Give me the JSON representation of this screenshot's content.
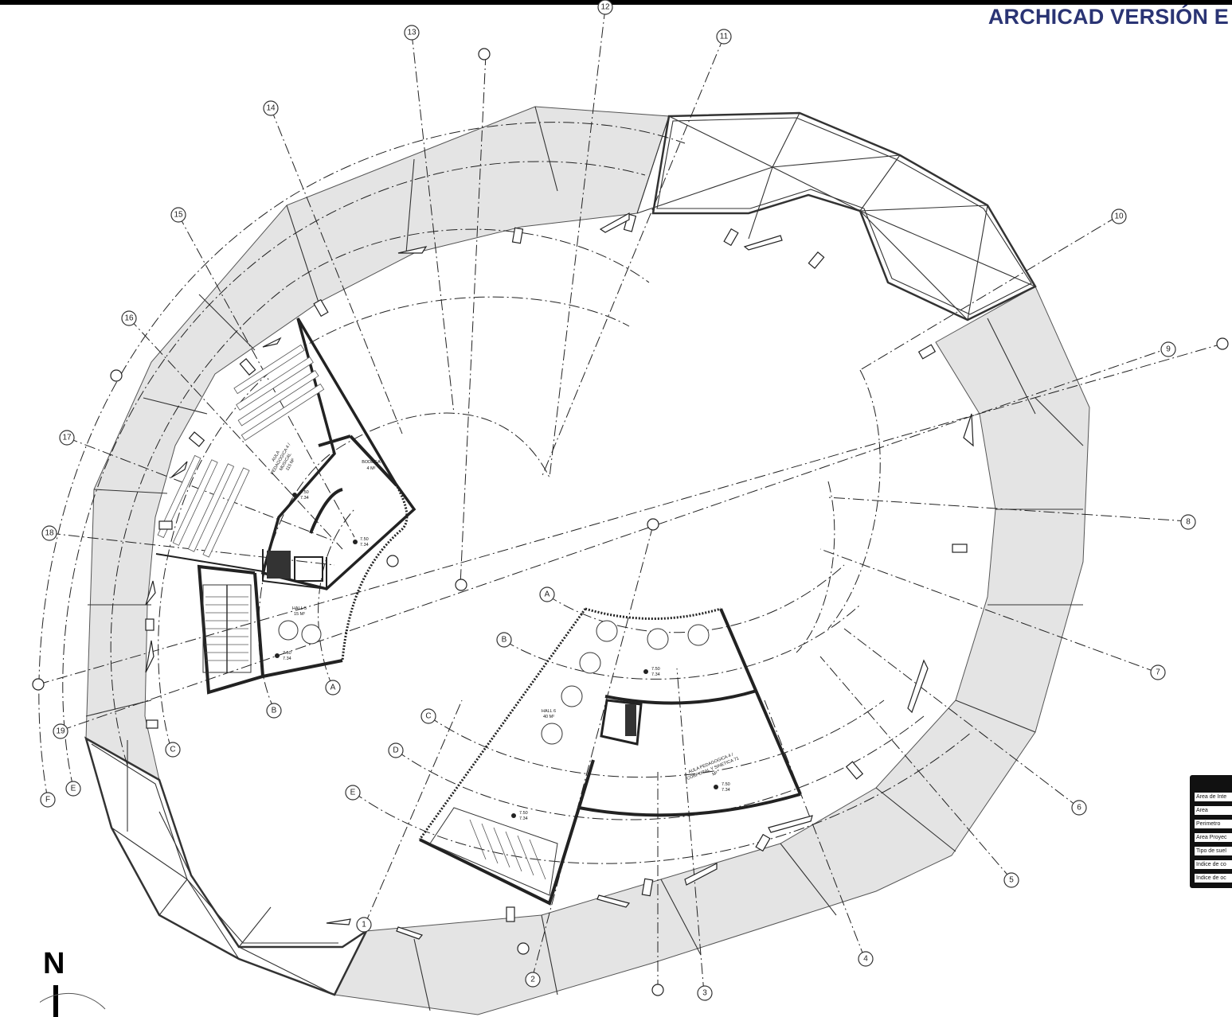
{
  "header": {
    "title": "ARCHICAD VERSIÓN E"
  },
  "grid_labels": {
    "n2": "2",
    "n3": "3",
    "n4": "4",
    "n5": "5",
    "n6": "6",
    "n7": "7",
    "n8": "8",
    "n9": "9",
    "n10": "10",
    "n11": "11",
    "n12": "12",
    "n13": "13",
    "n14": "14",
    "n15": "15",
    "n16": "16",
    "n17": "17",
    "n18": "18",
    "n19": "19",
    "n1": "1",
    "la_r": "A",
    "lb_r": "B",
    "lc_r": "C",
    "ld_r": "D",
    "le_r": "E",
    "la_l": "A",
    "lb_l": "B",
    "lc_l": "C",
    "le_l": "E",
    "lf_l": "F"
  },
  "rooms": {
    "aula_pedagogica_line1": "AULA",
    "aula_pedagogica_line2": "PEDAGOGICA 4 /",
    "aula_pedagogica_line3": "MUSICAL",
    "aula_pedagogica_line4": "115 M²",
    "bodega_line1": "BODEGA",
    "bodega_line2": "4 M²",
    "hall5_line1": "HALL 5",
    "hall5_line2": "15 M²",
    "hall6_line1": "HALL 6",
    "hall6_line2": "40 M²",
    "aula_corporal_line1": "AULA PEDAGOGICA 4 /",
    "aula_corporal_line2": "CORPORAL Y SINETICA  71",
    "aula_corporal_line3": "M²"
  },
  "levels": {
    "l1_top": "7.50",
    "l1_bot": "7.34",
    "l2_top": "7.50",
    "l2_bot": "7.34",
    "l3_top": "7.50",
    "l3_bot": "7.34",
    "l4_top": "7.50",
    "l4_bot": "7.34",
    "l5_top": "7.50",
    "l5_bot": "7.34",
    "l6_top": "7.50",
    "l6_bot": "7.34"
  },
  "legend": {
    "rows": [
      "Area de Inte",
      "Area",
      "Perimetro",
      "Area Proyec",
      "Tipo de suel",
      "Indice de co",
      "Indice de oc"
    ]
  },
  "north": {
    "letter": "N"
  }
}
